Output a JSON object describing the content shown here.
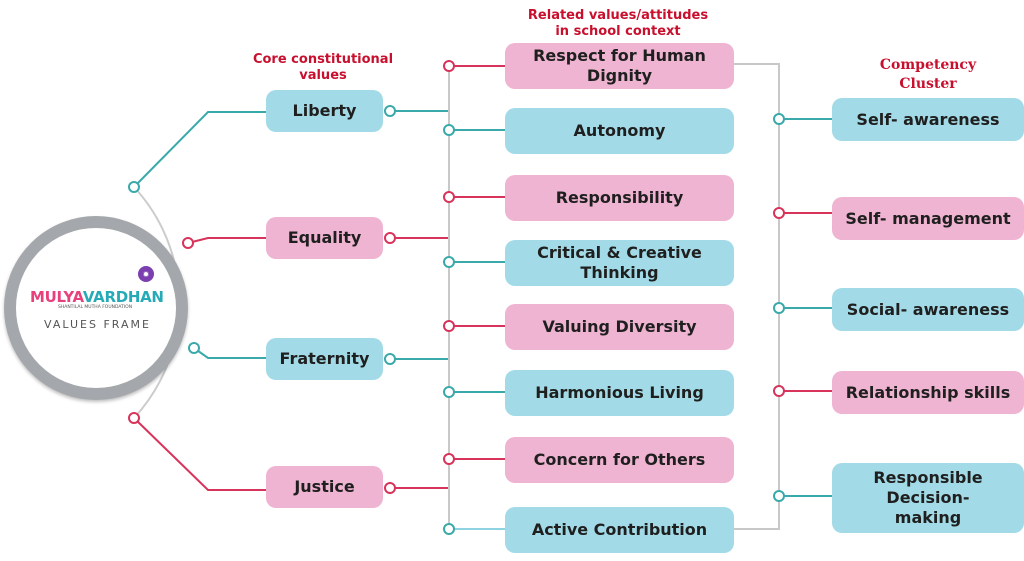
{
  "headers": {
    "core": "Core constitutional values",
    "related": "Related values/attitudes in school context",
    "competency": "Competency Cluster"
  },
  "logo": {
    "brand_part1": "MULYA",
    "brand_part2": "VARDHAN",
    "sub": "SHANTILAL MUTHA FOUNDATION",
    "frame": "VALUES FRAME"
  },
  "core_values": [
    {
      "label": "Liberty",
      "color": "teal"
    },
    {
      "label": "Equality",
      "color": "pink"
    },
    {
      "label": "Fraternity",
      "color": "teal"
    },
    {
      "label": "Justice",
      "color": "pink"
    }
  ],
  "related_values": [
    {
      "label": "Respect for Human Dignity",
      "color": "pink"
    },
    {
      "label": "Autonomy",
      "color": "teal"
    },
    {
      "label": "Responsibility",
      "color": "pink"
    },
    {
      "label": "Critical & Creative Thinking",
      "color": "teal"
    },
    {
      "label": "Valuing Diversity",
      "color": "pink"
    },
    {
      "label": "Harmonious Living",
      "color": "teal"
    },
    {
      "label": "Concern for Others",
      "color": "pink"
    },
    {
      "label": "Active Contribution",
      "color": "teal"
    }
  ],
  "competencies": [
    {
      "label": "Self- awareness",
      "color": "teal"
    },
    {
      "label": "Self- management",
      "color": "pink"
    },
    {
      "label": "Social- awareness",
      "color": "teal"
    },
    {
      "label": "Relationship skills",
      "color": "pink"
    },
    {
      "label": "Responsible Decision-making",
      "color": "teal"
    }
  ],
  "colors": {
    "teal": "#3aa9a9",
    "pink": "#d8335a",
    "gray_line": "#c8c8c8",
    "header_red": "#c8102e"
  }
}
